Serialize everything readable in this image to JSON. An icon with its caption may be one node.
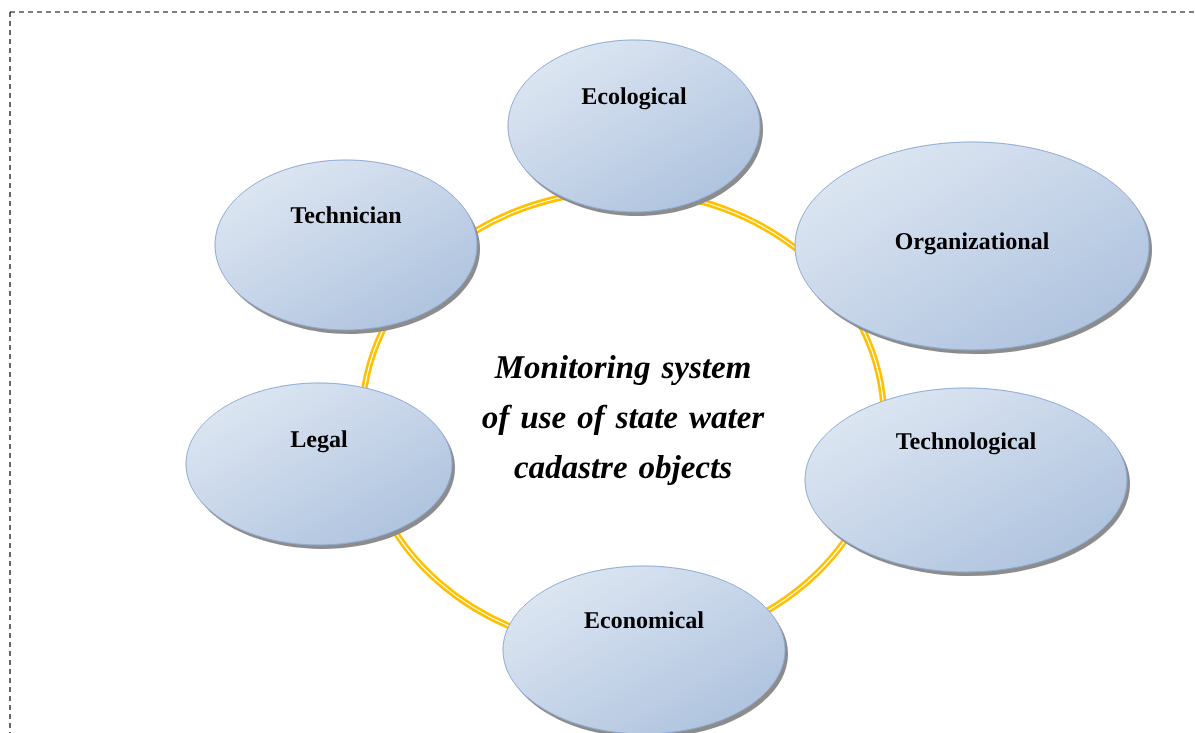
{
  "diagram": {
    "nodes": [
      {
        "text": [
          "Ecological"
        ]
      },
      {
        "text": [
          "Technician"
        ]
      },
      {
        "text": [
          "Organizational"
        ]
      },
      {
        "text": [
          "Monitoring system of use of state water cadastre objects"
        ]
      },
      {
        "text": [
          "Legal"
        ]
      },
      {
        "text": [
          "Technological"
        ]
      },
      {
        "text": [
          "Economical"
        ]
      }
    ]
  }
}
